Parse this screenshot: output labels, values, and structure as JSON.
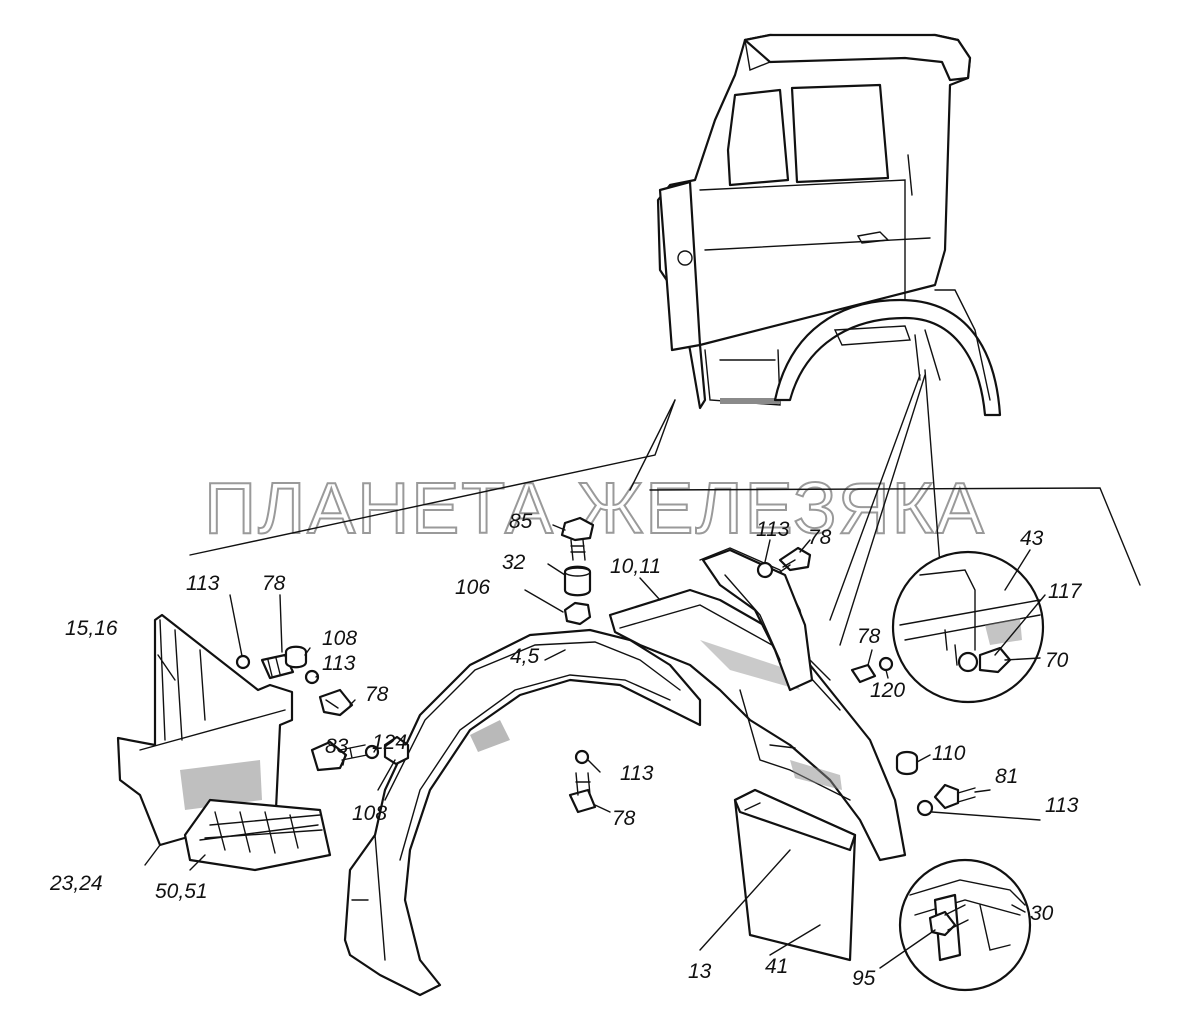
{
  "watermark": "ПЛАНЕТА ЖЕЛЕЗЯКА",
  "labels": {
    "l_85": "85",
    "l_32": "32",
    "l_106": "106",
    "l_10_11": "10,11",
    "l_113_top": "113",
    "l_78_top": "78",
    "l_43": "43",
    "l_117": "117",
    "l_70": "70",
    "l_113_left": "113",
    "l_78_left": "78",
    "l_15_16": "15,16",
    "l_108_a": "108",
    "l_113_b": "113",
    "l_78_b": "78",
    "l_4_5": "4,5",
    "l_78_mid": "78",
    "l_120": "120",
    "l_83": "83",
    "l_124": "124",
    "l_108_b": "108",
    "l_113_c": "113",
    "l_78_c": "78",
    "l_110": "110",
    "l_81": "81",
    "l_113_d": "113",
    "l_23_24": "23,24",
    "l_50_51": "50,51",
    "l_30": "30",
    "l_13": "13",
    "l_41": "41",
    "l_95": "95"
  }
}
